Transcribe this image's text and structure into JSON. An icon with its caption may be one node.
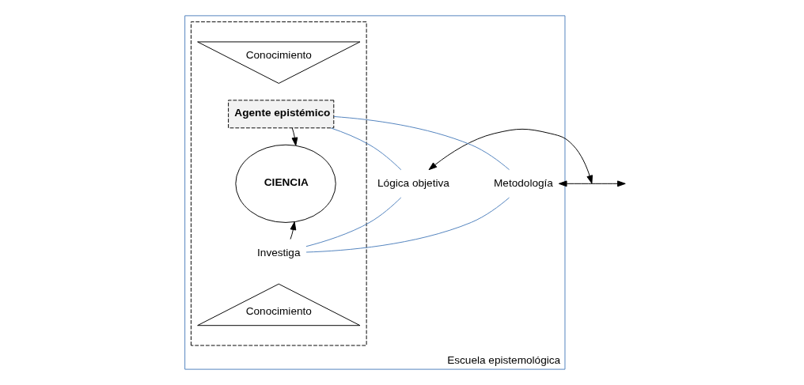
{
  "diagram": {
    "nodes": [
      {
        "text": [
          "Escuela epistemológica"
        ]
      },
      {
        "text": [],
        "shape": "box",
        "in": 0
      },
      {
        "text": [
          "Conocimiento"
        ],
        "in": 1
      },
      {
        "text": [
          "Agente epistémico"
        ],
        "in": 1
      },
      {
        "text": [
          "CIENCIA"
        ],
        "in": 1
      },
      {
        "text": [
          "Investiga"
        ],
        "in": 1
      },
      {
        "text": [
          "Conocimiento"
        ],
        "in": 1
      },
      {
        "text": [
          "Lógica objetiva"
        ],
        "in": 0
      },
      {
        "text": [
          "Metodología"
        ],
        "in": 0
      }
    ],
    "edges": [
      {
        "from": 3,
        "to": 4,
        "arrow": "to"
      },
      {
        "from": 5,
        "to": 4,
        "arrow": "to"
      },
      {
        "from": 7,
        "to": null,
        "arrow": "both"
      },
      {
        "from": null,
        "to": 8,
        "arrow": "both"
      },
      {
        "from": 3,
        "to": 7,
        "arrow": "none",
        "color": "#4f81bd"
      },
      {
        "from": 7,
        "to": 5,
        "arrow": "none",
        "color": "#4f81bd"
      },
      {
        "from": 5,
        "to": 8,
        "arrow": "none",
        "color": "#4f81bd"
      },
      {
        "from": 8,
        "to": 3,
        "arrow": "none",
        "color": "#4f81bd"
      }
    ]
  }
}
